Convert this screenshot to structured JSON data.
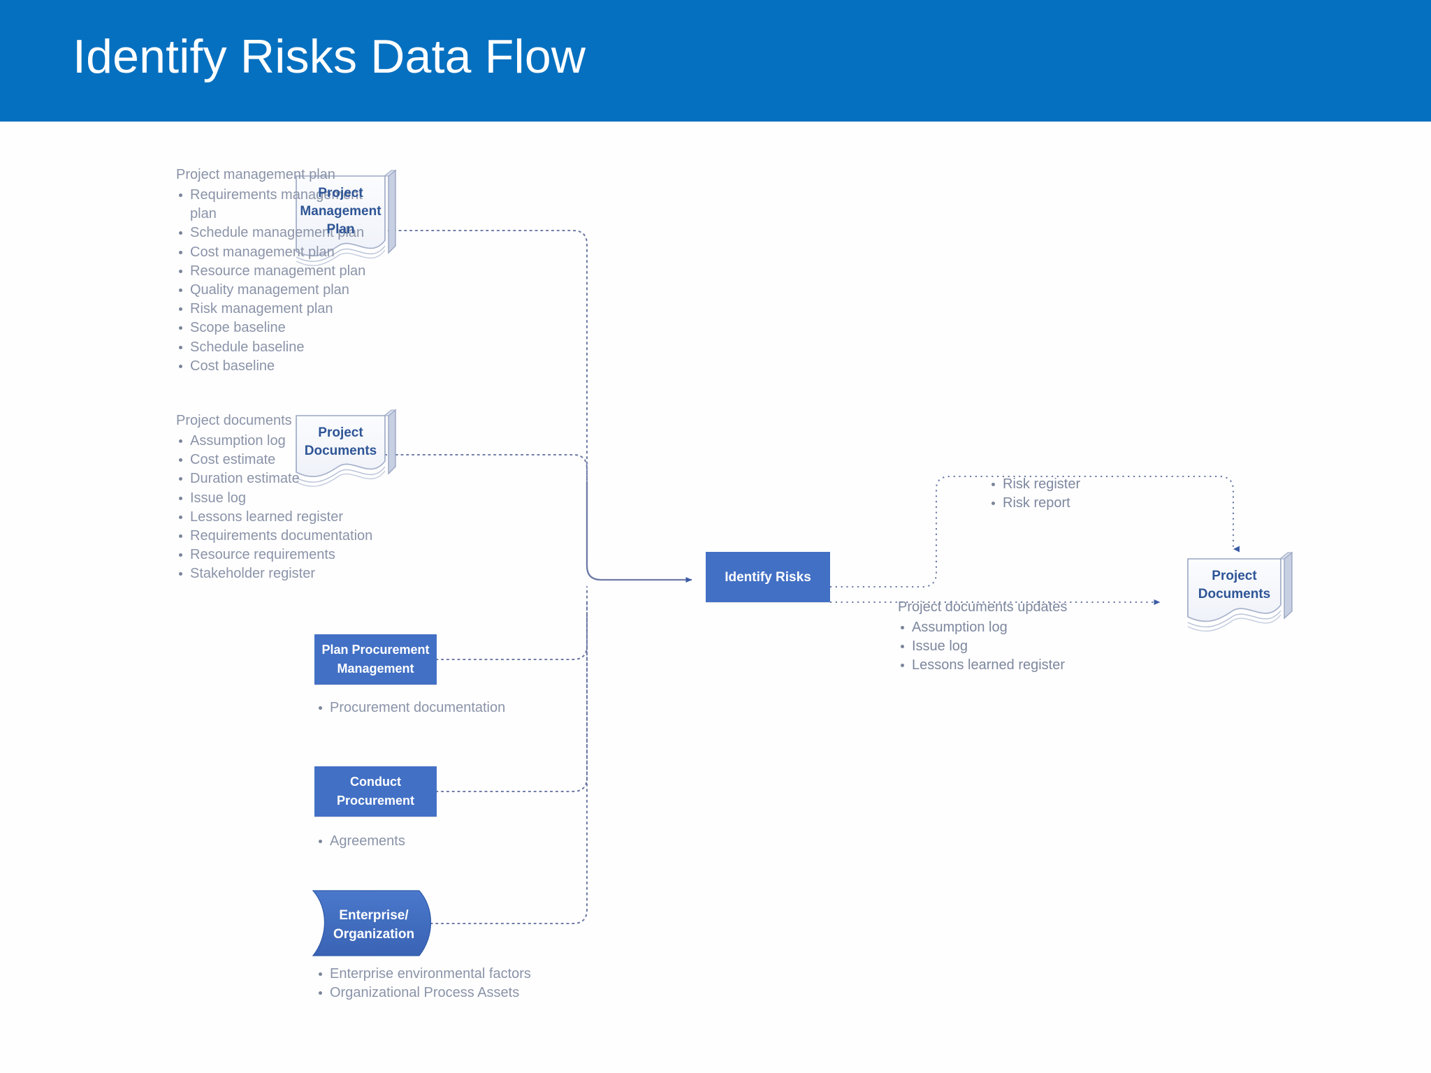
{
  "header": {
    "title": "Identify Risks Data Flow",
    "band_color": "#0670C0",
    "title_color": "#FFFFFF"
  },
  "colors": {
    "process_blue": "#4270C5",
    "doc_text_blue": "#2E5596",
    "list_text": "#8A93A8",
    "connector": "#6E7BA6",
    "canvas": "#FDFDFD"
  },
  "inputs": {
    "project_management_plan": {
      "heading": "Project management plan",
      "items": [
        "Requirements management plan",
        "Schedule management plan",
        "Cost management plan",
        "Resource management plan",
        "Quality management plan",
        "Risk management plan",
        "Scope baseline",
        "Schedule baseline",
        "Cost baseline"
      ],
      "node_label": "Project Management Plan"
    },
    "project_documents": {
      "heading": "Project documents",
      "items": [
        "Assumption log",
        "Cost estimate",
        "Duration estimate",
        "Issue log",
        "Lessons learned register",
        "Requirements documentation",
        "Resource requirements",
        "Stakeholder register"
      ],
      "node_label": "Project Documents"
    },
    "plan_procurement_management": {
      "node_label": "Plan Procurement Management",
      "items": [
        "Procurement documentation"
      ]
    },
    "conduct_procurement": {
      "node_label": "Conduct Procurement",
      "items": [
        "Agreements"
      ]
    },
    "enterprise_organization": {
      "node_label": "Enterprise/ Organization",
      "node_label_line1": "Enterprise/",
      "node_label_line2": "Organization",
      "items": [
        "Enterprise environmental factors",
        "Organizational Process Assets"
      ]
    }
  },
  "process": {
    "label": "Identify Risks"
  },
  "outputs": {
    "risk_artifacts": {
      "items": [
        "Risk register",
        "Risk report"
      ]
    },
    "project_documents_updates": {
      "heading": "Project documents updates",
      "items": [
        "Assumption log",
        "Issue log",
        "Lessons learned register"
      ]
    },
    "target_document": {
      "node_label": "Project Documents",
      "node_label_line1": "Project",
      "node_label_line2": "Documents"
    }
  }
}
